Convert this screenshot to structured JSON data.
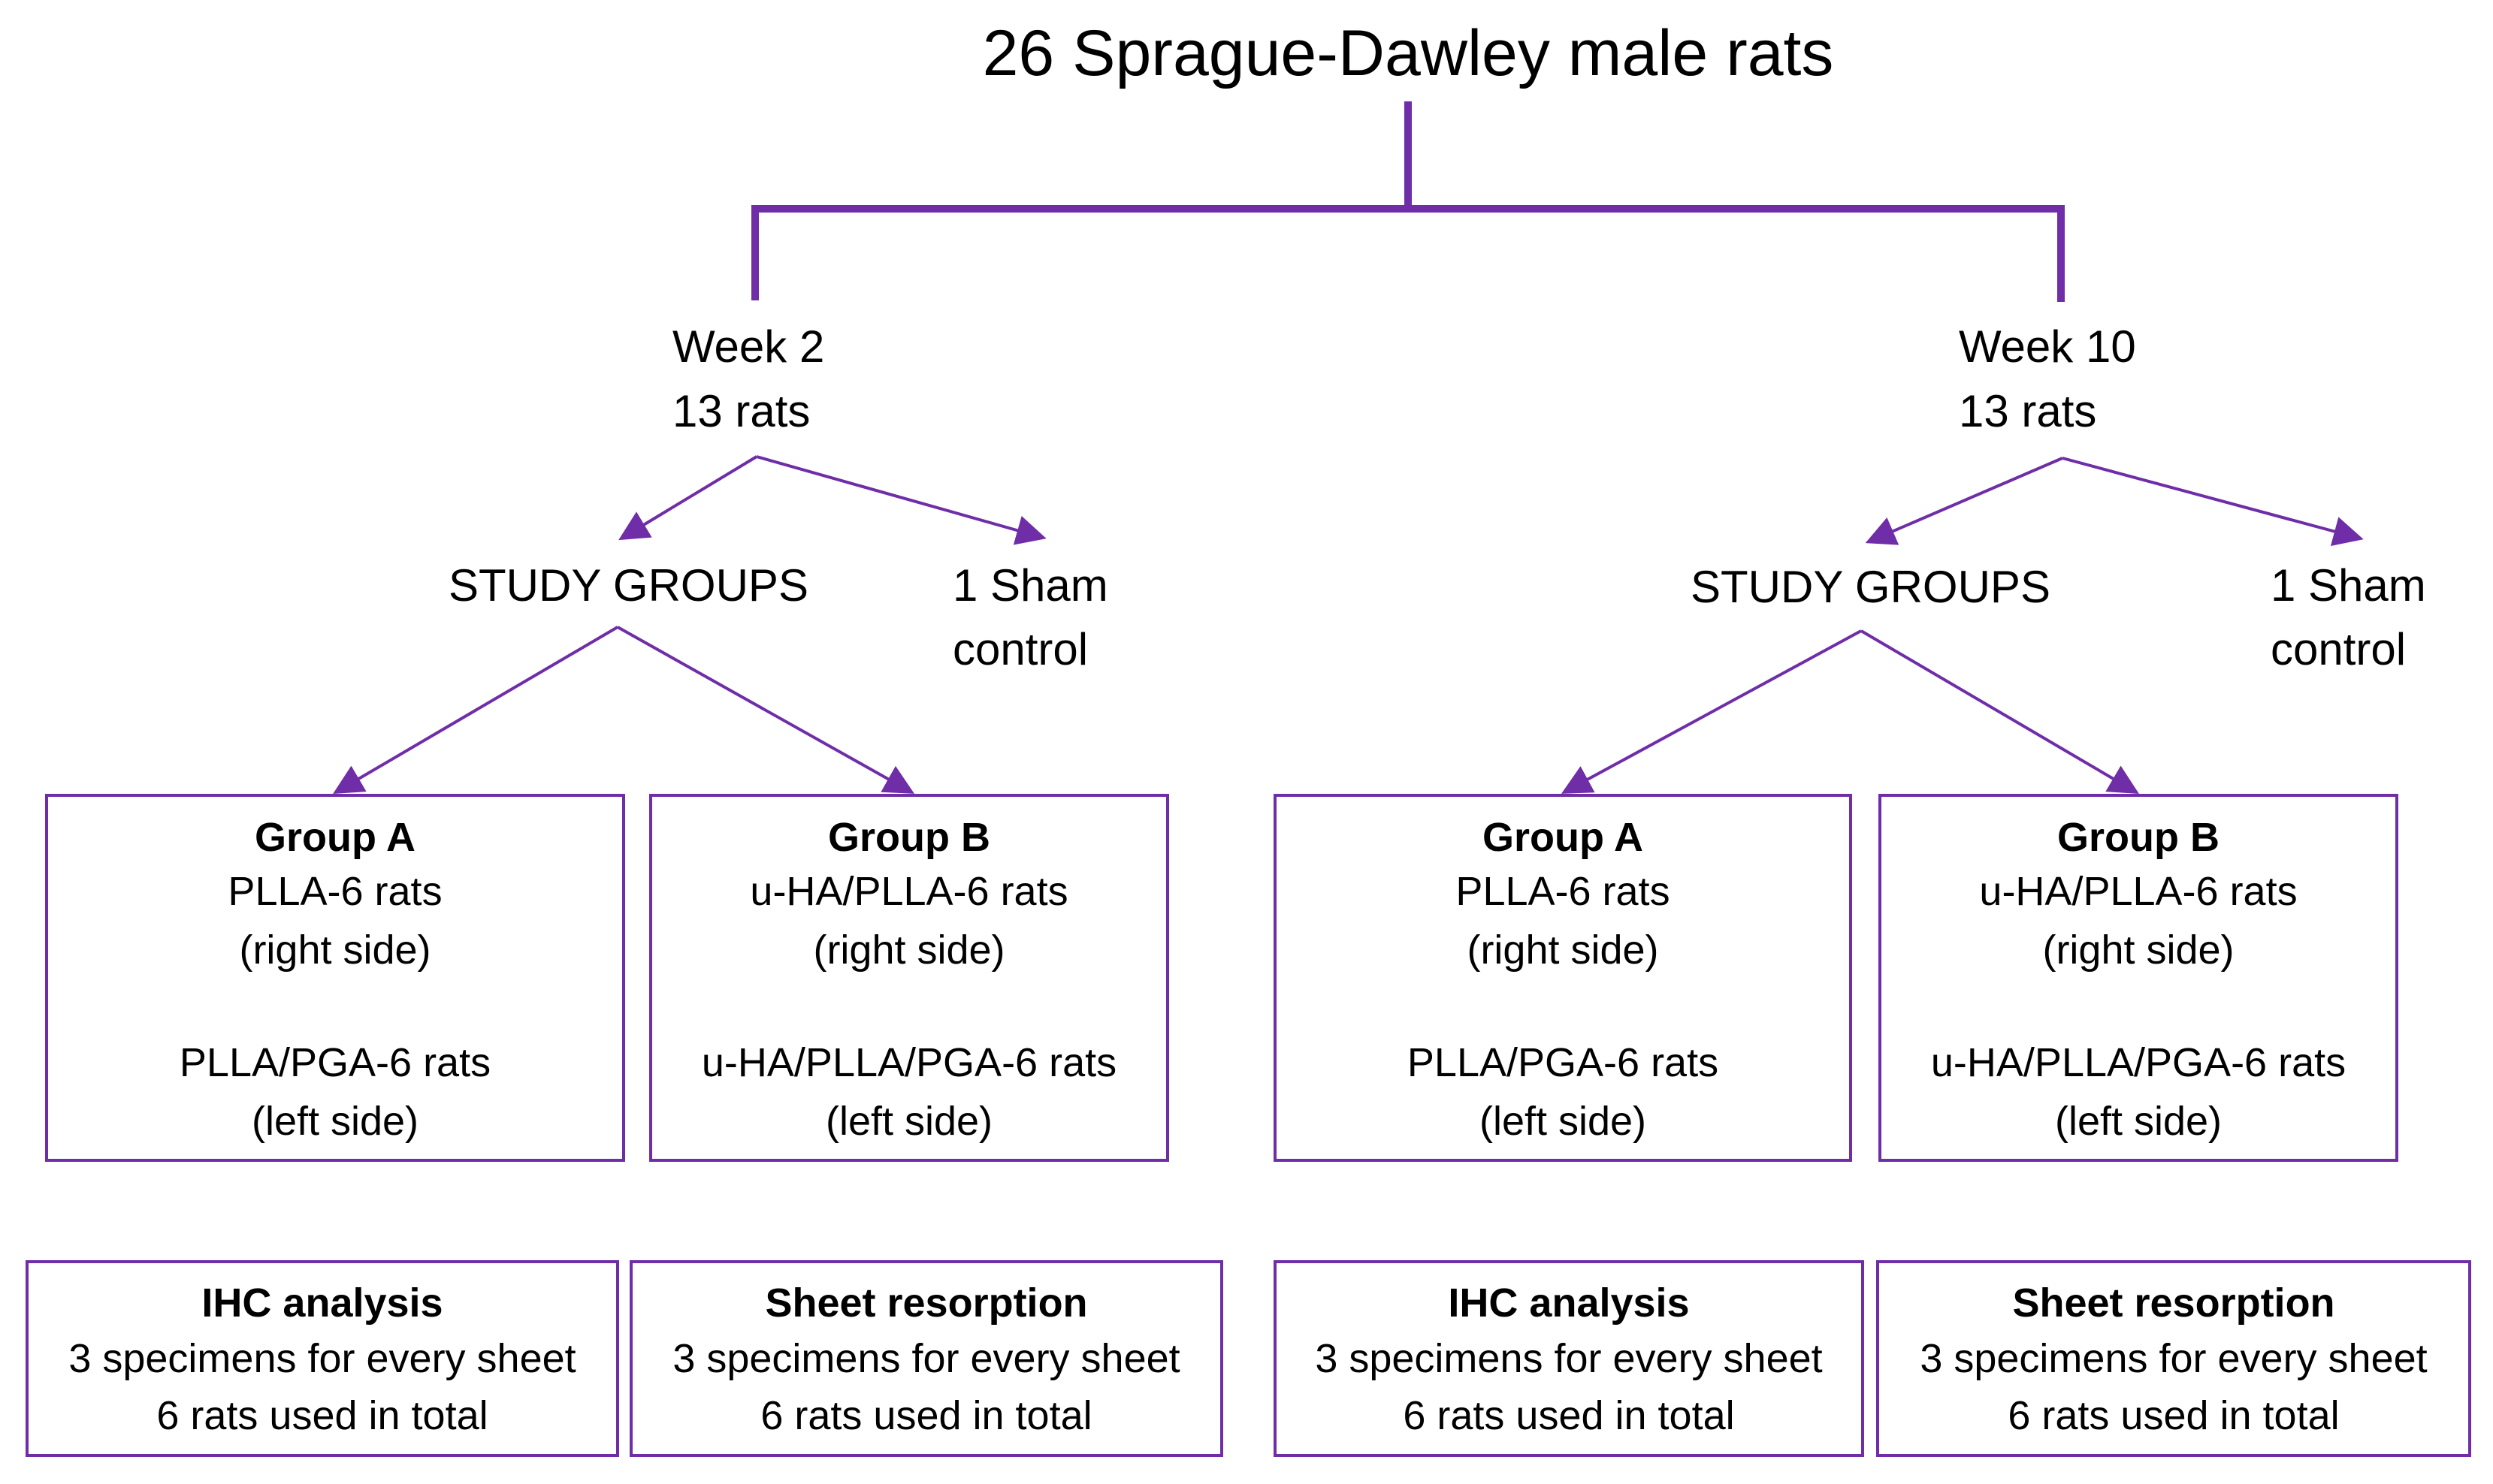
{
  "colors": {
    "accent": "#6f2da8",
    "text": "#000000",
    "background": "#ffffff"
  },
  "title": "26 Sprague-Dawley male rats",
  "branches": [
    {
      "period": "Week 2",
      "count": "13 rats",
      "study_label": "STUDY GROUPS",
      "sham_line1": "1 Sham",
      "sham_line2": "control",
      "groups": [
        {
          "title": "Group A",
          "line1": "PLLA-6 rats",
          "line2": "(right side)",
          "line3": "PLLA/PGA-6 rats",
          "line4": "(left side)"
        },
        {
          "title": "Group B",
          "line1": "u-HA/PLLA-6 rats",
          "line2": "(right side)",
          "line3": "u-HA/PLLA/PGA-6 rats",
          "line4": "(left side)"
        }
      ],
      "analyses": [
        {
          "title": "IHC analysis",
          "line1": "3 specimens for every sheet",
          "line2": "6 rats used in total"
        },
        {
          "title": "Sheet resorption",
          "line1": "3 specimens for every sheet",
          "line2": "6 rats used in total"
        }
      ]
    },
    {
      "period": "Week 10",
      "count": "13 rats",
      "study_label": "STUDY GROUPS",
      "sham_line1": "1 Sham",
      "sham_line2": "control",
      "groups": [
        {
          "title": "Group A",
          "line1": "PLLA-6 rats",
          "line2": "(right side)",
          "line3": "PLLA/PGA-6 rats",
          "line4": "(left side)"
        },
        {
          "title": "Group B",
          "line1": "u-HA/PLLA-6 rats",
          "line2": "(right side)",
          "line3": "u-HA/PLLA/PGA-6 rats",
          "line4": "(left side)"
        }
      ],
      "analyses": [
        {
          "title": "IHC analysis",
          "line1": "3 specimens for every sheet",
          "line2": "6 rats used in total"
        },
        {
          "title": "Sheet resorption",
          "line1": "3 specimens for every sheet",
          "line2": "6 rats used in total"
        }
      ]
    }
  ]
}
